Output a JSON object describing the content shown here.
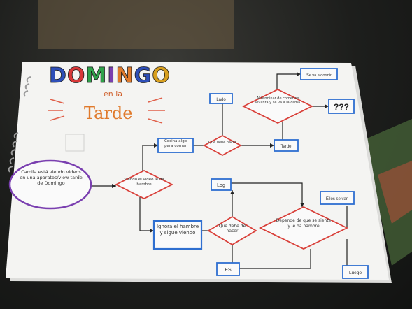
{
  "title": {
    "main": "DOMINGO",
    "sub_small": "en la",
    "sub_big": "Tarde",
    "letter_colors": [
      "#2e4fb8",
      "#d83838",
      "#2fa24a",
      "#7a3fb0",
      "#e07a2c",
      "#2e4fb8",
      "#d8a020"
    ]
  },
  "start_node": "Camila está viendo videos en una aparatos/view tarde de Domingo",
  "nodes": {
    "d1": "Viendo el video le da hambre",
    "b_comida": "Cocina algo para comer",
    "d_decide": "Que debe hacer",
    "b_lado": "Lado",
    "b_tarde": "Tarde",
    "d_top": "Al terminar de comer se levanta y se va a la cama",
    "b_top_right": "Se va a dormir",
    "b_qqq": "???",
    "b_ignora": "Ignora el hambre y sigue viendo",
    "d_mid": "Que debe de hacer",
    "b_log": "Log",
    "d_big": "Depende de que se siente y le da hambre",
    "b_ellos": "Ellos se van",
    "b_es": "ES",
    "b_luego": "Luego"
  },
  "colors": {
    "box_border": "#2f6fd0",
    "diamond_border": "#d9403a",
    "oval_border": "#7a3fb0",
    "line": "#222222",
    "paper": "#f4f4f2"
  }
}
